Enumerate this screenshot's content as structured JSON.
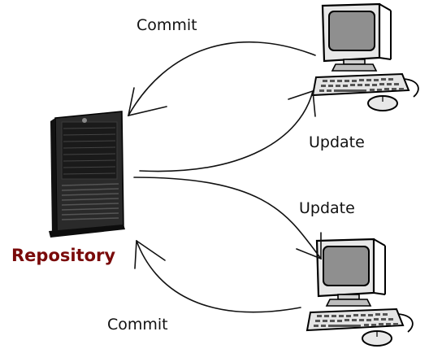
{
  "labels": {
    "commit_top": "Commit",
    "update_top": "Update",
    "update_bottom": "Update",
    "commit_bottom": "Commit",
    "repository": "Repository"
  },
  "icons": {
    "server": "server-tower-icon",
    "client_top": "desktop-computer-icon",
    "client_bottom": "desktop-computer-icon"
  },
  "colors": {
    "repository_label": "#7a0a0a",
    "line": "#111111",
    "screen": "#8f8f8f"
  }
}
